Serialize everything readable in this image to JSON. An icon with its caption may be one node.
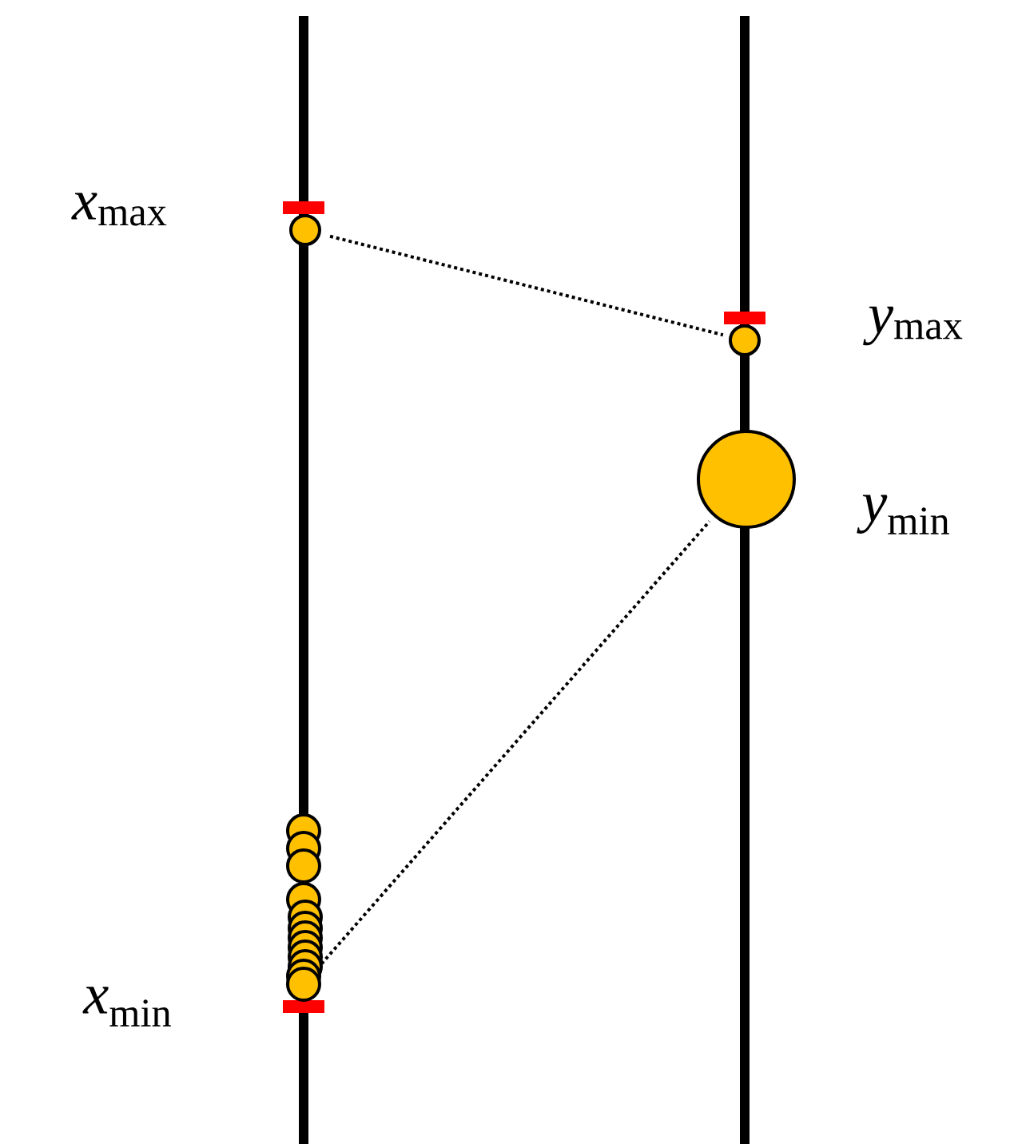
{
  "diagram": {
    "nodes": [
      {
        "text": [],
        "shape": "circle"
      },
      {
        "text": [],
        "shape": "circle"
      },
      {
        "text": [],
        "shape": "circle"
      },
      {
        "text": [],
        "shape": "circle"
      },
      {
        "text": [],
        "shape": "circle"
      },
      {
        "text": [],
        "shape": "circle"
      },
      {
        "text": [],
        "shape": "circle"
      },
      {
        "text": [],
        "shape": "circle"
      },
      {
        "text": [],
        "shape": "circle"
      },
      {
        "text": [],
        "shape": "circle"
      },
      {
        "text": [],
        "shape": "circle"
      },
      {
        "text": [],
        "shape": "circle"
      },
      {
        "text": [],
        "shape": "circle"
      },
      {
        "text": [],
        "shape": "circle"
      },
      {
        "text": [],
        "shape": "circle"
      }
    ],
    "edges": [
      {
        "from": 0,
        "to": 1,
        "arrow": "none",
        "style": "dashed"
      },
      {
        "from": 14,
        "to": 2,
        "arrow": "none",
        "style": "dashed"
      }
    ],
    "labels": [
      "*x*$_{max}$",
      "*y*$_{max}$",
      "*y*$_{min}$",
      "*x*$_{min}$"
    ]
  }
}
